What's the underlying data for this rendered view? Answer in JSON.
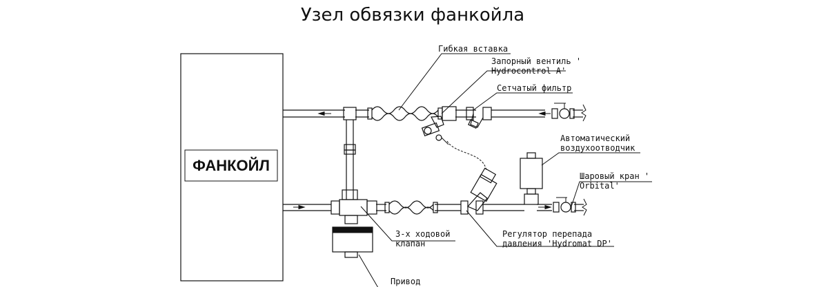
{
  "title": "Узел обвязки фанкойла",
  "fancoil": {
    "label": "ФАНКОЙЛ"
  },
  "labels": {
    "flex_insert": "Гибкая вставка",
    "shutoff_valve": [
      "Запорный вентиль '",
      "Hydrocontrol A'"
    ],
    "strainer": "Сетчатый фильтр",
    "air_vent": [
      "Автоматический",
      "воздухоотводчик"
    ],
    "ball_valve": [
      "Шаровый кран '",
      "Orbital'"
    ],
    "three_way_valve": [
      "3-х ходовой",
      "клапан"
    ],
    "actuator": "Привод",
    "dp_regulator": [
      "Регулятор перепада",
      "давления 'Hydromat DP'"
    ]
  }
}
